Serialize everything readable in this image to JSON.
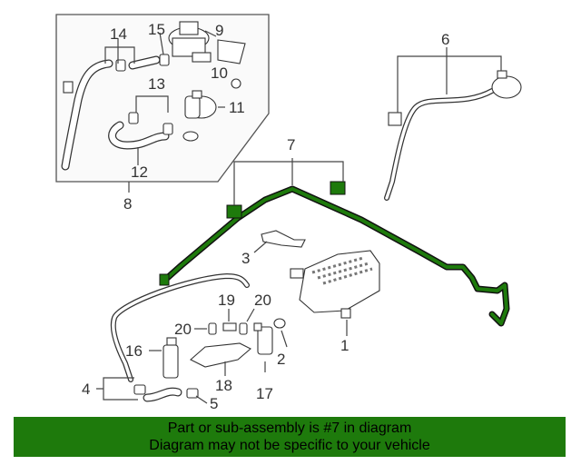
{
  "diagram": {
    "callouts": {
      "c1": "1",
      "c2": "2",
      "c3": "3",
      "c4": "4",
      "c5": "5",
      "c6": "6",
      "c7": "7",
      "c8": "8",
      "c9": "9",
      "c10": "10",
      "c11": "11",
      "c12": "12",
      "c13": "13",
      "c14": "14",
      "c15": "15",
      "c16": "16",
      "c17": "17",
      "c18": "18",
      "c19": "19",
      "c20a": "20",
      "c20b": "20"
    },
    "highlight_color": "#1e7a0c"
  },
  "banner": {
    "line1": "Part or sub-assembly is #7 in diagram",
    "line2": "Diagram may not be specific to your vehicle"
  }
}
